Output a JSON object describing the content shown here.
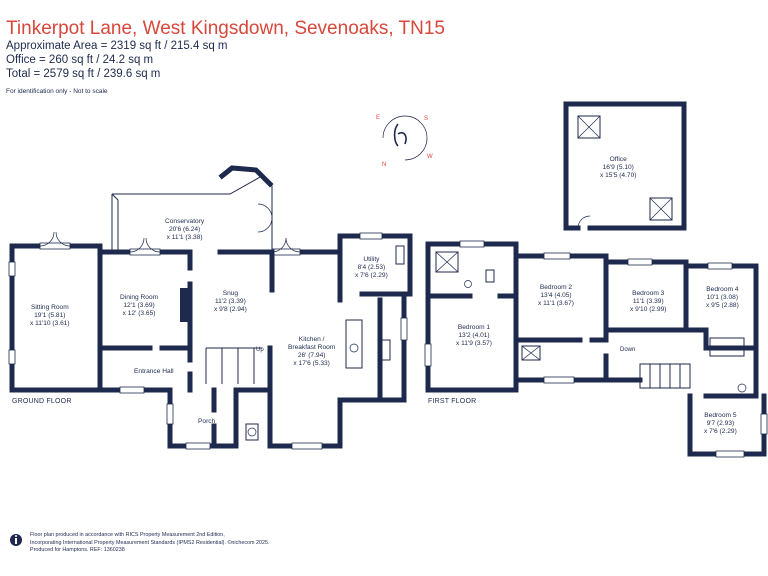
{
  "header": {
    "title": "Tinkerpot Lane, West Kingsdown, Sevenoaks, TN15",
    "approx_area": "Approximate Area = 2319 sq ft / 215.4 sq m",
    "office_area": "Office = 260 sq ft / 24.2 sq m",
    "total_area": "Total = 2579 sq ft / 239.6 sq m",
    "note": "For identification only - Not to scale"
  },
  "compass": {
    "letters": [
      "N",
      "E",
      "S",
      "W"
    ]
  },
  "floors": {
    "ground": "GROUND FLOOR",
    "first": "FIRST FLOOR"
  },
  "rooms": {
    "office": {
      "name": "Office",
      "dim1": "16'9 (5.10)",
      "dim2": "x 15'5 (4.70)"
    },
    "conservatory": {
      "name": "Conservatory",
      "dim1": "20'6 (6.24)",
      "dim2": "x 11'1 (3.38)"
    },
    "utility": {
      "name": "Utility",
      "dim1": "8'4 (2.53)",
      "dim2": "x 7'6 (2.29)"
    },
    "sitting": {
      "name": "Sitting Room",
      "dim1": "19'1 (5.81)",
      "dim2": "x 11'10 (3.61)"
    },
    "dining": {
      "name": "Dining Room",
      "dim1": "12'1 (3.69)",
      "dim2": "x 12' (3.65)"
    },
    "snug": {
      "name": "Snug",
      "dim1": "11'2 (3.39)",
      "dim2": "x 9'8 (2.94)"
    },
    "kitchen": {
      "name": "Kitchen /",
      "name2": "Breakfast Room",
      "dim1": "26' (7.94)",
      "dim2": "x 17'6 (5.33)"
    },
    "entrance": {
      "name": "Entrance Hall"
    },
    "porch": {
      "name": "Porch"
    },
    "bedroom1": {
      "name": "Bedroom 1",
      "dim1": "13'2 (4.01)",
      "dim2": "x 11'9 (3.57)"
    },
    "bedroom2": {
      "name": "Bedroom 2",
      "dim1": "13'4 (4.05)",
      "dim2": "x 11'1 (3.67)"
    },
    "bedroom3": {
      "name": "Bedroom 3",
      "dim1": "11'1 (3.39)",
      "dim2": "x 9'10 (2.99)"
    },
    "bedroom4": {
      "name": "Bedroom 4",
      "dim1": "10'1 (3.08)",
      "dim2": "x 9'5 (2.88)"
    },
    "bedroom5": {
      "name": "Bedroom 5",
      "dim1": "9'7 (2.93)",
      "dim2": "x 7'6 (2.29)"
    }
  },
  "stairs": {
    "up": "Up",
    "down": "Down"
  },
  "footer": {
    "line1": "Floor plan produced in accordance with RICS Property Measurement 2nd Edition,",
    "line2": "Incorporating International Property Measurement Standards (IPMS2 Residential).   ©nichecom 2025.",
    "line3": "Produced for Hamptons.    REF:  1360238"
  },
  "colors": {
    "title": "#d8473b",
    "ink": "#1d2a4d"
  }
}
